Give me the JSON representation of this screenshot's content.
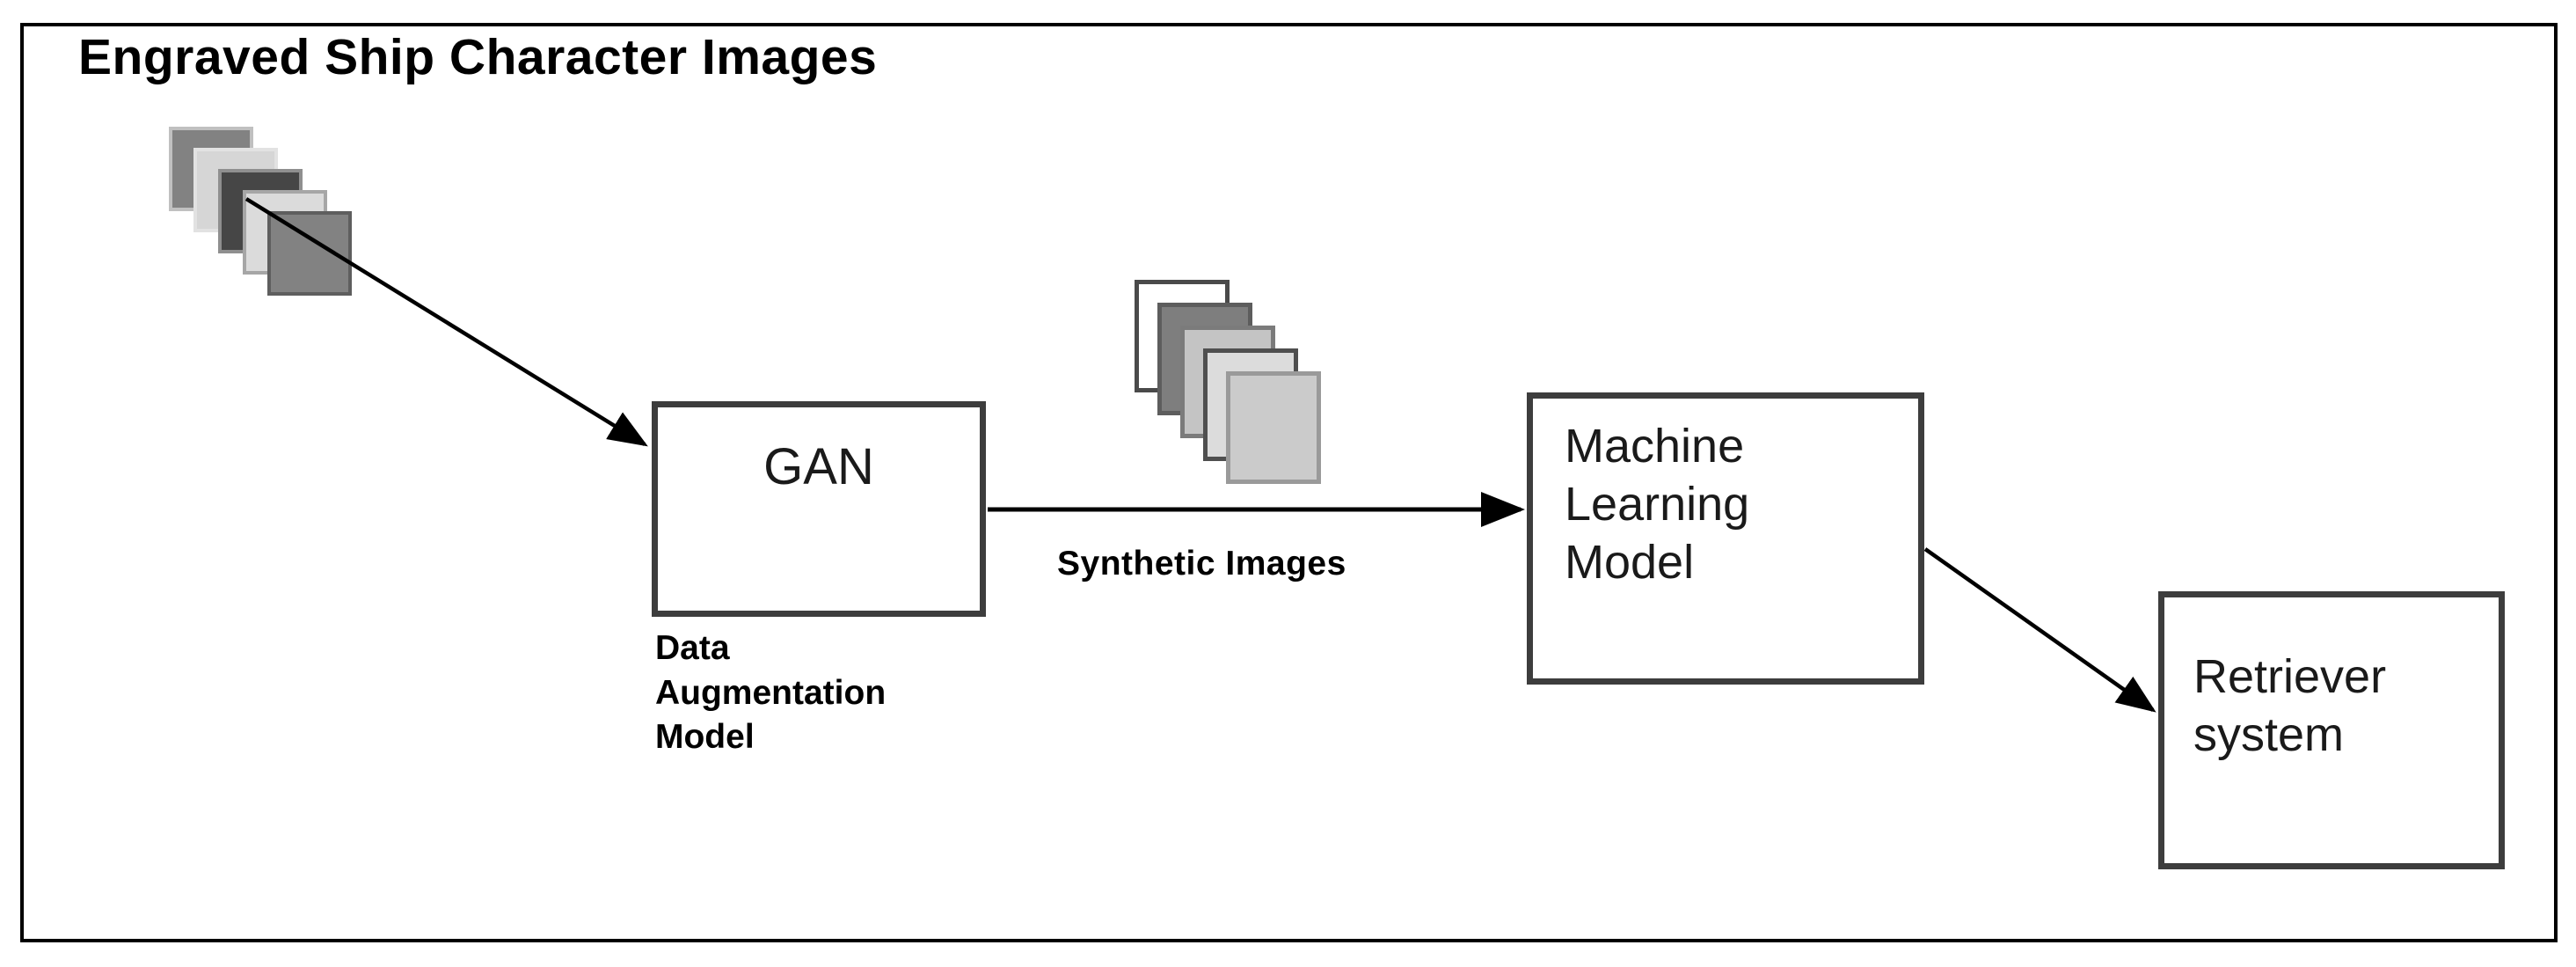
{
  "diagram": {
    "title": "Engraved Ship Character Images",
    "nodes": {
      "gan": {
        "label": "GAN",
        "caption": "Data\nAugmentation\nModel"
      },
      "ml": {
        "label": "Machine\nLearning\nModel"
      },
      "retriever": {
        "label": "Retriever\nsystem"
      }
    },
    "edges": {
      "engraved_to_gan": {
        "label": ""
      },
      "gan_to_ml": {
        "label": "Synthetic  Images"
      },
      "ml_to_retriever": {
        "label": ""
      }
    },
    "stacks": {
      "engraved": {
        "name": "Engraved Ship Character Images",
        "count": 5,
        "card_fills": [
          "#828282",
          "#d6d6d6",
          "#464646",
          "#dbdbdb",
          "#828282"
        ],
        "card_borders": [
          "#c0c0c0",
          "#e2e2e2",
          "#8f8f8f",
          "#a6a6a6",
          "#5e5e5e"
        ]
      },
      "synthetic": {
        "name": "Synthetic Images",
        "count": 5,
        "card_fills": [
          "#ffffff",
          "#7e7e7e",
          "#c4c4c4",
          "#dcdcdc",
          "#cbcbcb"
        ],
        "card_borders": [
          "#4a4a4a",
          "#5d5d5d",
          "#7b7b7b",
          "#4f4f4f",
          "#9a9a9a"
        ]
      }
    },
    "colors": {
      "frame_border": "#000000",
      "box_border": "#3d3d3d",
      "background": "#ffffff",
      "text": "#000000",
      "arrow": "#000000"
    }
  }
}
